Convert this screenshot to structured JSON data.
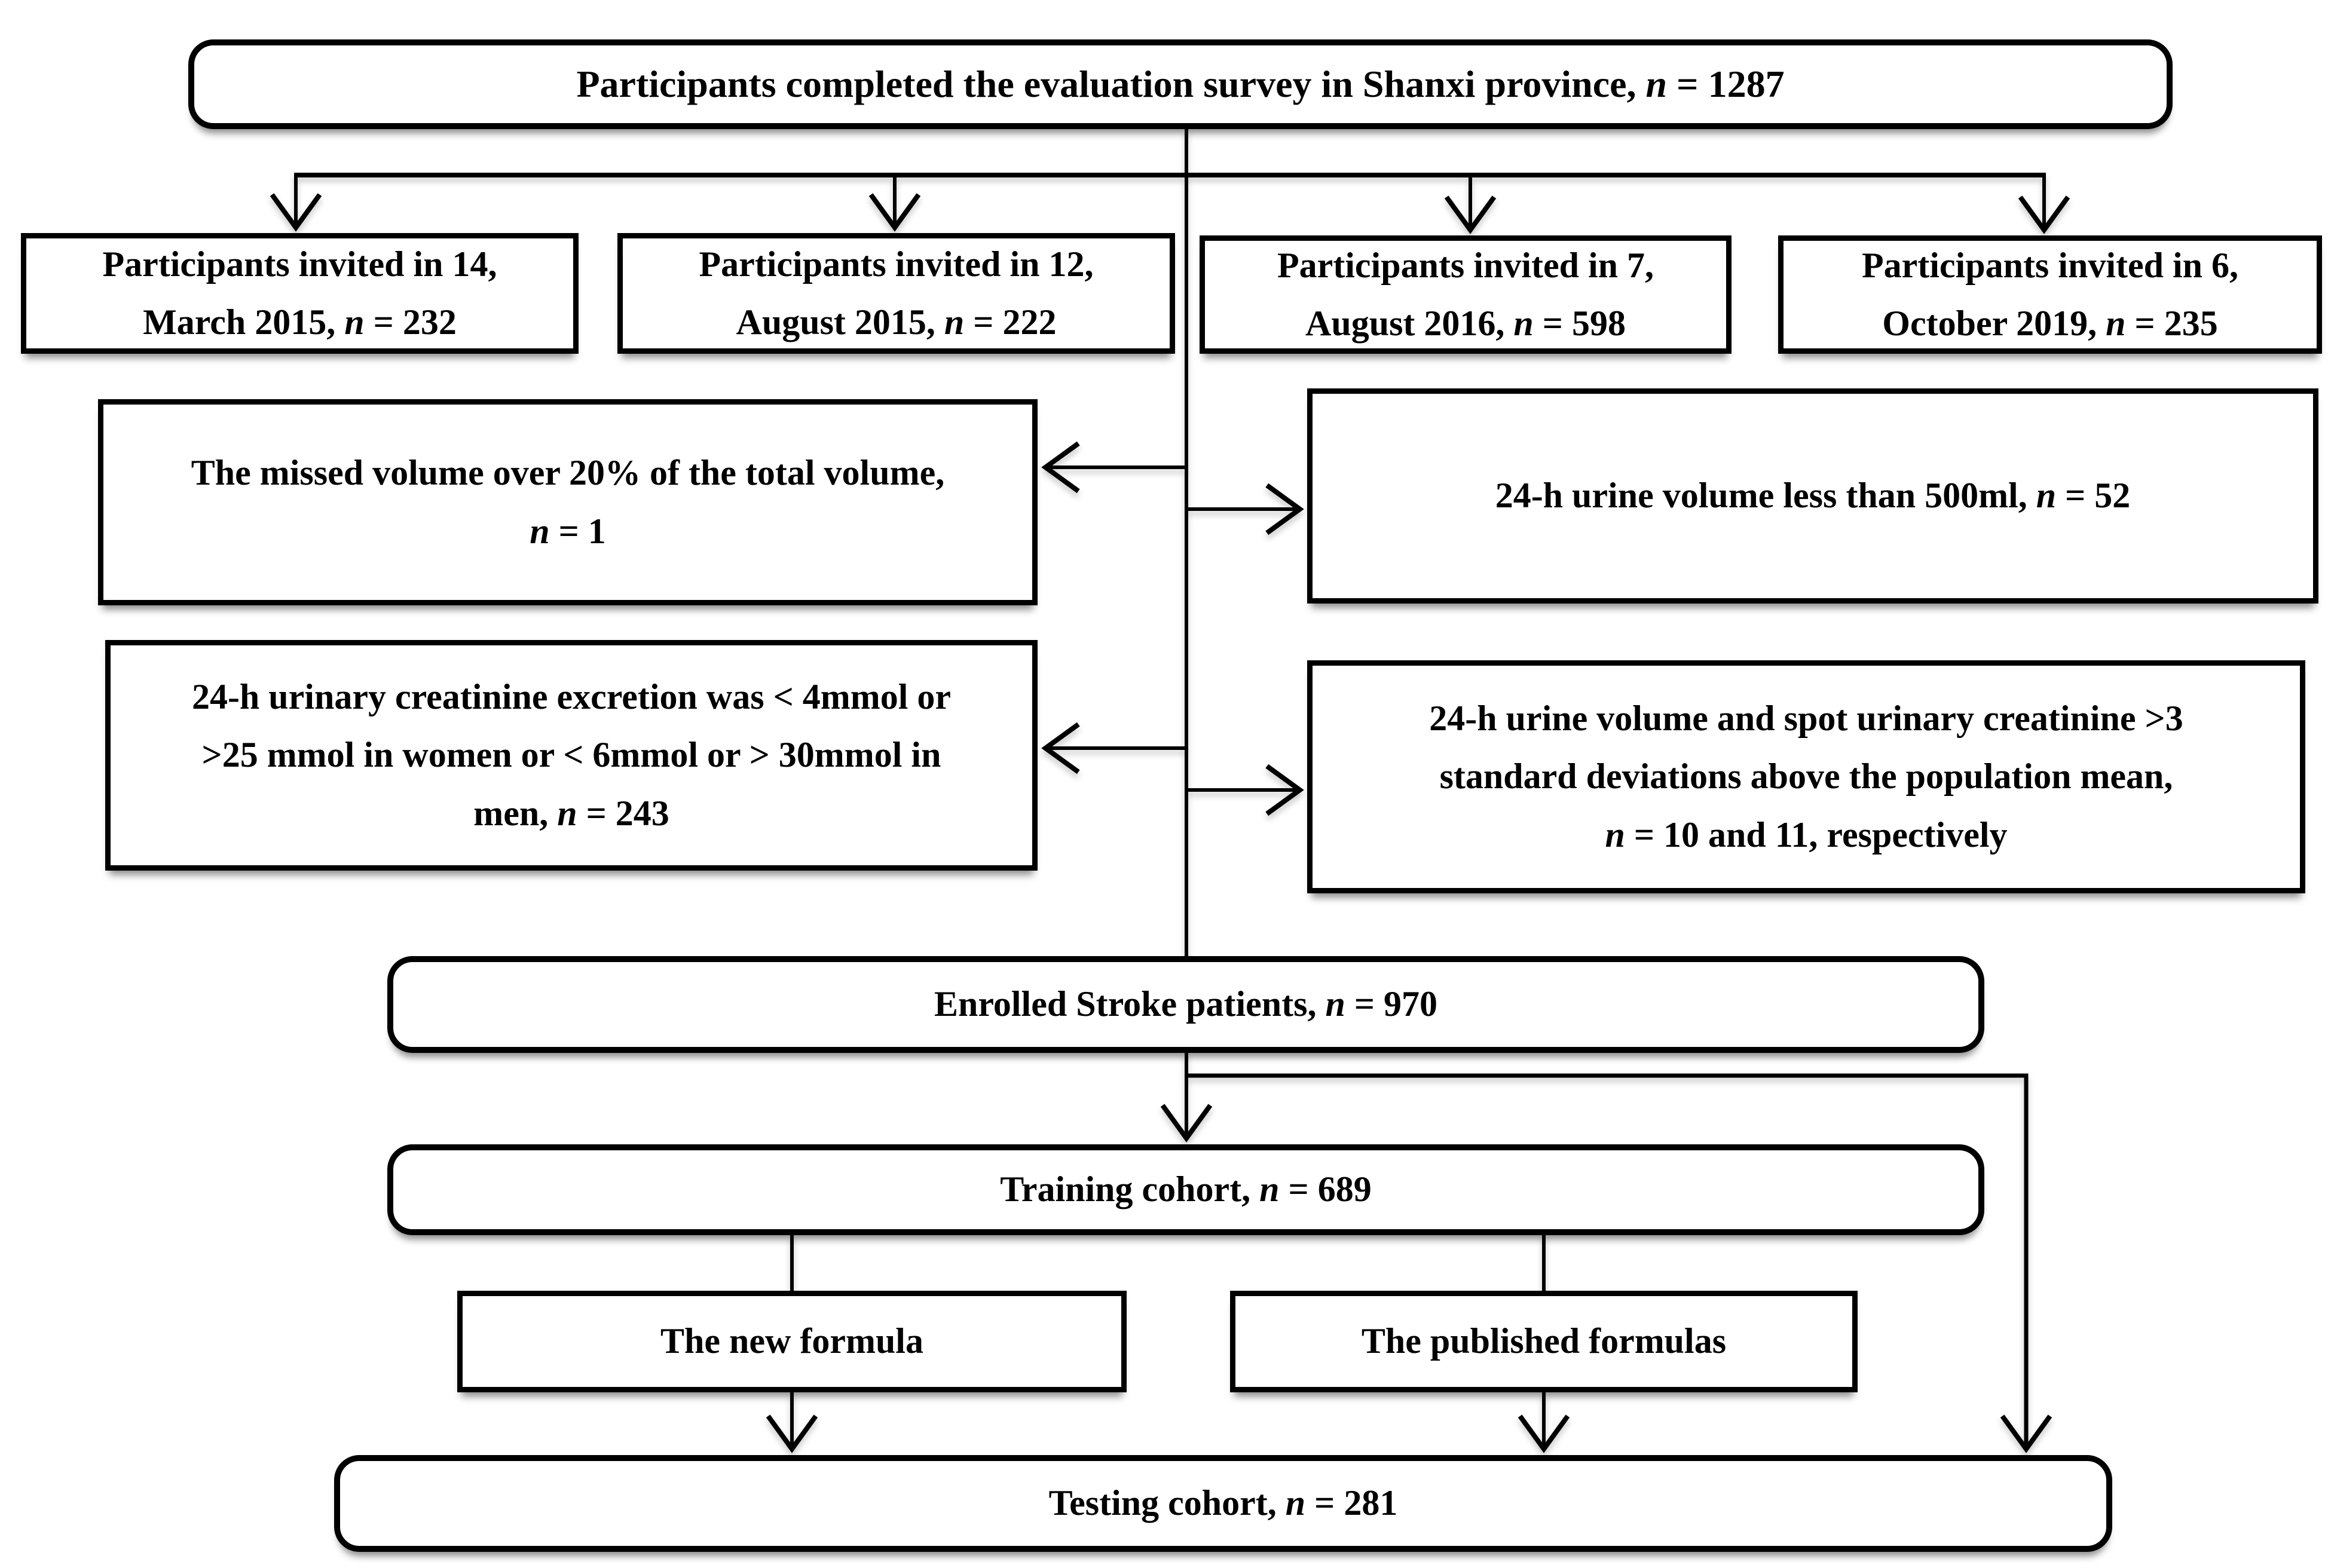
{
  "figure": {
    "type": "participant-flow-diagram",
    "background_color": "#ffffff",
    "box_fill_color": "#ffffff",
    "line_color": "#000000",
    "text_color": "#000000"
  },
  "nodes": {
    "survey": {
      "line1": "Participants completed the evaluation survey in Shanxi province, n = 1287",
      "n": 1287
    },
    "invited_mar_2015": {
      "line1": "Participants invited in 14,",
      "line2": "March 2015, n = 232",
      "n": 232
    },
    "invited_aug_2015": {
      "line1": "Participants invited in 12,",
      "line2": "August 2015, n = 222",
      "n": 222
    },
    "invited_aug_2016": {
      "line1": "Participants invited in 7,",
      "line2": "August 2016, n = 598",
      "n": 598
    },
    "invited_oct_2019": {
      "line1": "Participants invited in 6,",
      "line2": "October 2019, n = 235",
      "n": 235
    },
    "excluded_missed_volume": {
      "line1": "The missed volume over 20% of the total volume,",
      "line2": "n = 1",
      "n": 1
    },
    "excluded_low_urine_volume": {
      "line1": "24-h urine volume less than 500ml, n = 52",
      "n": 52
    },
    "excluded_creatinine_range": {
      "line1": "24-h urinary creatinine excretion was < 4mmol or",
      "line2": ">25 mmol in women or < 6mmol or > 30mmol in",
      "line3": "men, n = 243",
      "n": 243
    },
    "excluded_outliers": {
      "line1": "24-h urine volume and spot urinary creatinine >3",
      "line2": "standard deviations above the population mean,",
      "line3": "n = 10 and 11, respectively",
      "n": "10 and 11"
    },
    "enrolled": {
      "line1": "Enrolled Stroke patients, n = 970",
      "n": 970
    },
    "training": {
      "line1": "Training cohort, n = 689",
      "n": 689
    },
    "new_formula": {
      "line1": "The new formula"
    },
    "published_formulas": {
      "line1": "The published formulas"
    },
    "testing": {
      "line1": "Testing cohort, n = 281",
      "n": 281
    }
  },
  "edges": [
    {
      "from": "survey",
      "to": "invited_mar_2015"
    },
    {
      "from": "survey",
      "to": "invited_aug_2015"
    },
    {
      "from": "survey",
      "to": "invited_aug_2016"
    },
    {
      "from": "survey",
      "to": "invited_oct_2019"
    },
    {
      "from": "survey",
      "to": "excluded_missed_volume"
    },
    {
      "from": "survey",
      "to": "excluded_low_urine_volume"
    },
    {
      "from": "survey",
      "to": "excluded_creatinine_range"
    },
    {
      "from": "survey",
      "to": "excluded_outliers"
    },
    {
      "from": "survey",
      "to": "enrolled"
    },
    {
      "from": "enrolled",
      "to": "training"
    },
    {
      "from": "enrolled",
      "to": "testing"
    },
    {
      "from": "training",
      "to": "new_formula"
    },
    {
      "from": "training",
      "to": "published_formulas"
    },
    {
      "from": "new_formula",
      "to": "testing"
    },
    {
      "from": "published_formulas",
      "to": "testing"
    }
  ]
}
